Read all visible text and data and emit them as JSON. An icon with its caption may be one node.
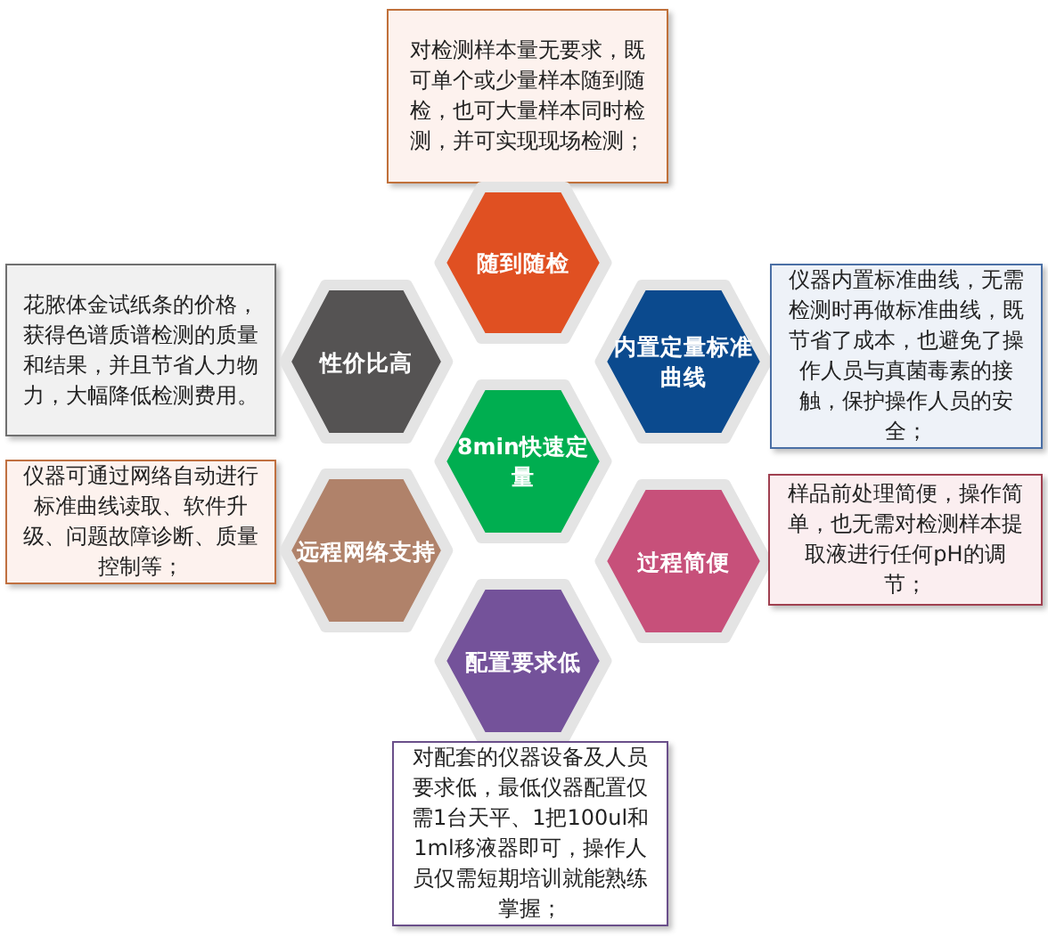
{
  "diagram": {
    "nodes": [
      {
        "text": [
          "对检测样本量无要求，既可单个或少量样本随到随检，也可大量样本同时检测，并可实现现场检测；"
        ]
      },
      {
        "text": [
          "随到随检"
        ]
      },
      {
        "text": [
          "花脓体金试纸条的价格，获得色谱质谱检测的质量和结果，并且节省人力物力，大幅降低检测费用。"
        ]
      },
      {
        "text": [
          "性价比高"
        ]
      },
      {
        "text": [
          "内置定量标准曲线"
        ]
      },
      {
        "text": [
          "仪器内置标准曲线，无需检测时再做标准曲线，既节省了成本，也避免了操作人员与真菌毒素的接触，保护操作人员的安全；"
        ]
      },
      {
        "text": [
          "8min快速定量"
        ]
      },
      {
        "text": [
          "仪器可通过网络自动进行标准曲线读取、软件升级、问题故障诊断、质量控制等；"
        ]
      },
      {
        "text": [
          "远程网络支持"
        ]
      },
      {
        "text": [
          "过程简便"
        ]
      },
      {
        "text": [
          "样品前处理简便，操作简单，也无需对检测样本提取液进行任何pH的调节；"
        ]
      },
      {
        "text": [
          "配置要求低"
        ]
      },
      {
        "text": [
          "对配套的仪器设备及人员要求低，最低仪器配置仅需1台天平、1把100ul和1ml移液器即可，操作人员仅需短期培训就能熟练掌握；"
        ]
      }
    ]
  }
}
